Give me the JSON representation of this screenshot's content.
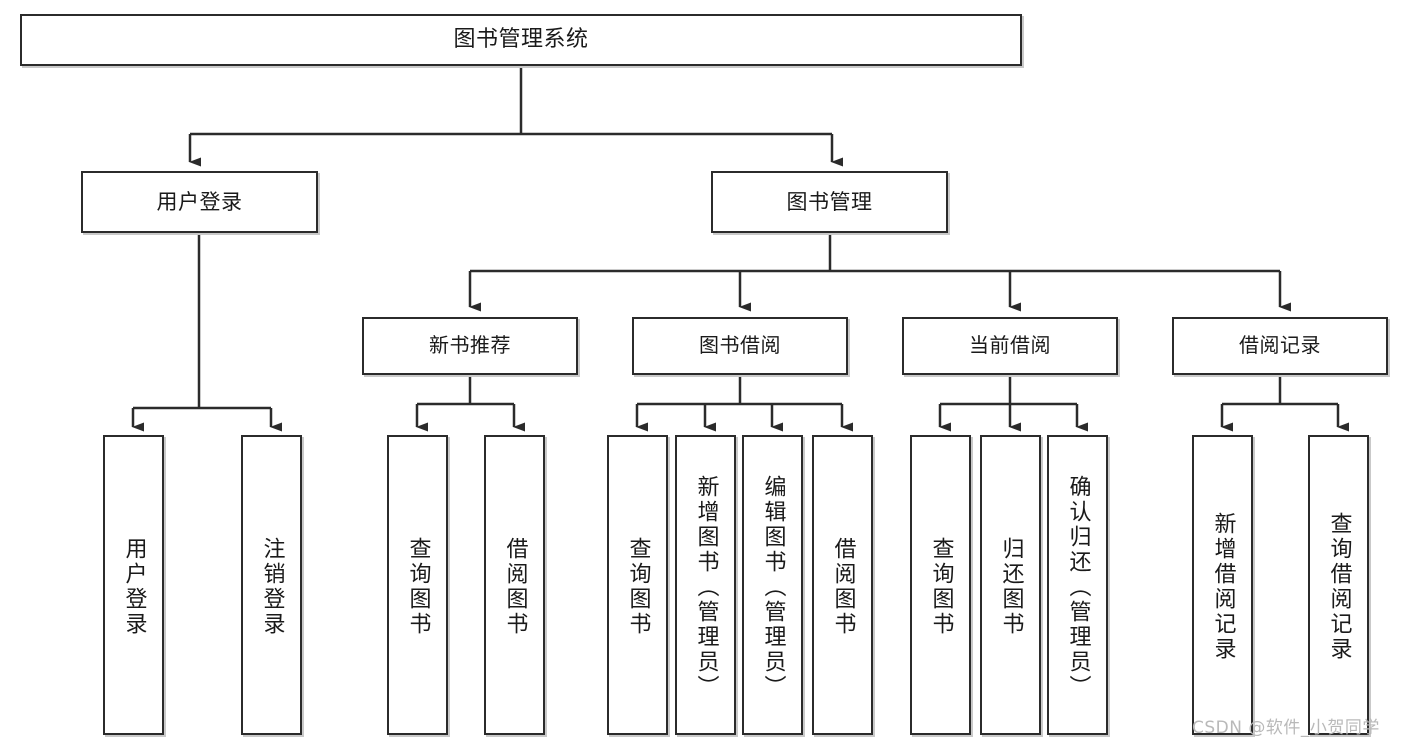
{
  "diagram": {
    "title_text": "图书管理系统",
    "watermark": "CSDN @软件_小贺同学",
    "colors": {
      "box_border": "#2b2b2b",
      "box_fill": "#ffffff",
      "connector": "#2b2b2b",
      "shadow": "#c9c9c9",
      "watermark": "#b9b9b9"
    },
    "root": {
      "label": "图书管理系统"
    },
    "level1": [
      {
        "label": "用户登录"
      },
      {
        "label": "图书管理"
      }
    ],
    "level2": [
      {
        "label": "新书推荐"
      },
      {
        "label": "图书借阅"
      },
      {
        "label": "当前借阅"
      },
      {
        "label": "借阅记录"
      }
    ],
    "leaves": {
      "user_login": [
        {
          "label": "用户登录"
        },
        {
          "label": "注销登录"
        }
      ],
      "new_book": [
        {
          "label": "查询图书"
        },
        {
          "label": "借阅图书"
        }
      ],
      "book_borrow": [
        {
          "label": "查询图书"
        },
        {
          "label": "新增图书（管理员）"
        },
        {
          "label": "编辑图书（管理员）"
        },
        {
          "label": "借阅图书"
        }
      ],
      "current_borrow": [
        {
          "label": "查询图书"
        },
        {
          "label": "归还图书"
        },
        {
          "label": "确认归还（管理员）"
        }
      ],
      "borrow_record": [
        {
          "label": "新增借阅记录"
        },
        {
          "label": "查询借阅记录"
        }
      ]
    }
  }
}
